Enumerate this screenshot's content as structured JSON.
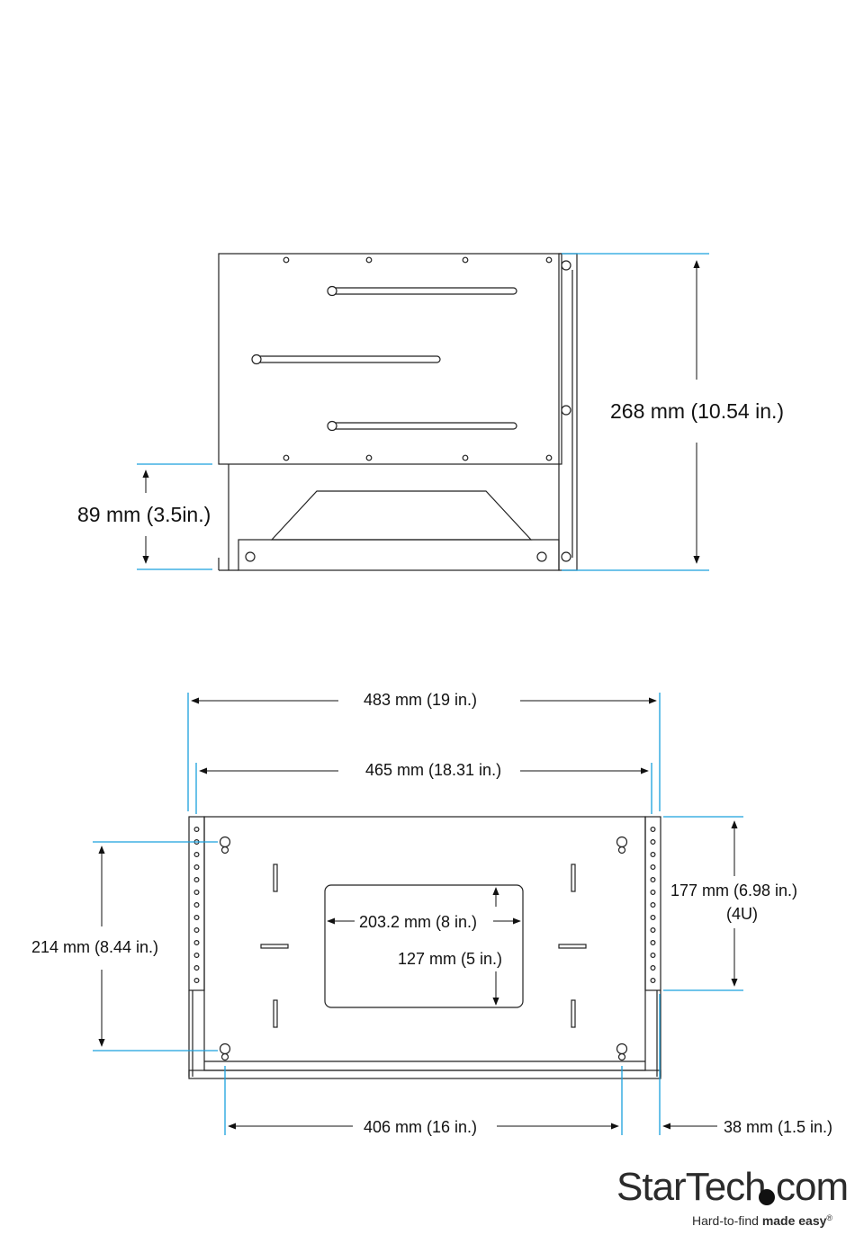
{
  "side_view": {
    "height_label": "268 mm (10.54 in.)",
    "depth_label": "89 mm (3.5in.)"
  },
  "front_view": {
    "overall_width_label": "483 mm (19 in.)",
    "inner_width_label": "465 mm (18.31 in.)",
    "cutout_width_label": "203.2 mm (8 in.)",
    "cutout_height_label": "127 mm (5 in.)",
    "vertical_hole_label": "214 mm (8.44 in.)",
    "rack_height_label_1": "177 mm (6.98 in.)",
    "rack_height_label_2": "(4U)",
    "bottom_hole_label": "406 mm (16 in.)",
    "flange_depth_label": "38 mm (1.5 in.)"
  },
  "logo": {
    "word_left": "StarTech",
    "word_right": "com",
    "tagline_plain": "Hard-to-find ",
    "tagline_bold": "made easy",
    "tagline_mark": "®"
  },
  "colors": {
    "dimension_line": "#1aa0dd",
    "outline": "#222222"
  }
}
